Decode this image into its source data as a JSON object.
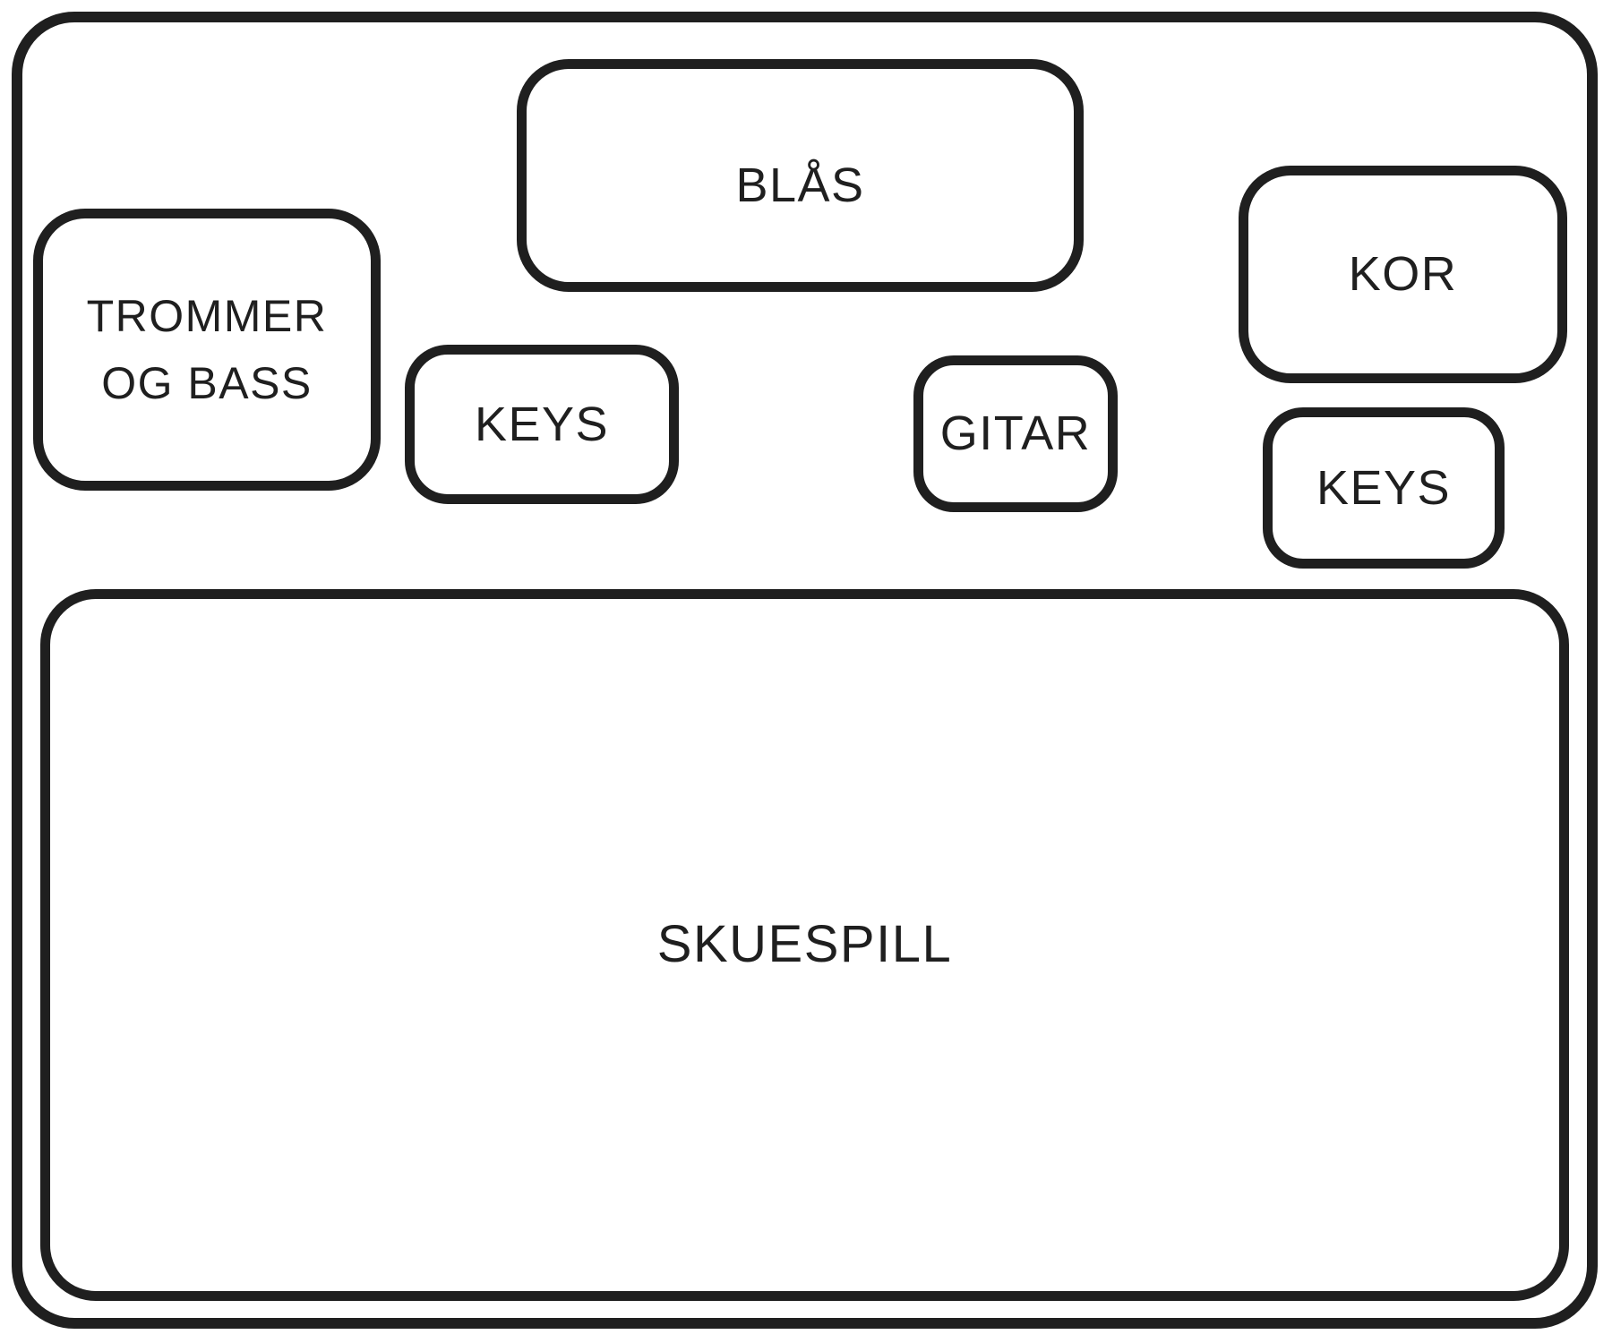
{
  "diagram": {
    "type": "stage-plot",
    "colors": {
      "background": "#ffffff",
      "stroke": "#1f1f1f"
    },
    "zones": [
      {
        "id": "blas",
        "label": "BLÅS"
      },
      {
        "id": "trommer-og-bass",
        "label": "TROMMER OG BASS",
        "lines": [
          "TROMMER",
          "OG BASS"
        ]
      },
      {
        "id": "keys-left",
        "label": "KEYS"
      },
      {
        "id": "gitar",
        "label": "GITAR"
      },
      {
        "id": "kor",
        "label": "KOR"
      },
      {
        "id": "keys-right",
        "label": "KEYS"
      },
      {
        "id": "skuespill",
        "label": "SKUESPILL"
      }
    ]
  }
}
